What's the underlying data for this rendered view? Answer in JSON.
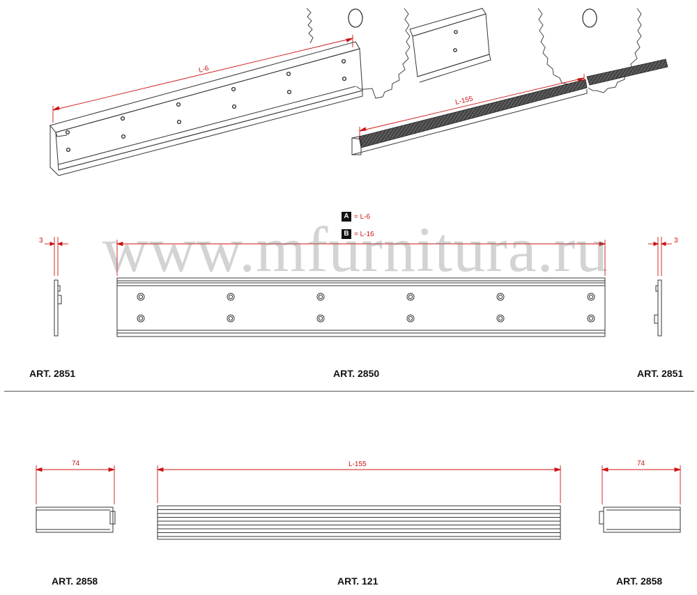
{
  "legend": [
    {
      "key": "A",
      "value": "= L-6"
    },
    {
      "key": "B",
      "value": "= L-16"
    }
  ],
  "dimensions": {
    "top_rail_length": "L-6",
    "top_brush_length": "L-155",
    "end_cap_thickness_left": "3",
    "end_cap_thickness_right": "3",
    "brush_cap_width_left": "74",
    "brush_center_length": "L-155",
    "brush_cap_width_right": "74"
  },
  "parts": {
    "art_2851_left": "ART. 2851",
    "art_2850": "ART. 2850",
    "art_2851_right": "ART. 2851",
    "art_2858_left": "ART. 2858",
    "art_121": "ART. 121",
    "art_2858_right": "ART. 2858"
  },
  "watermark": "www.mfurnitura.ru",
  "colors": {
    "line": "#333333",
    "dimension": "#cc1111",
    "brush": "#444444"
  }
}
